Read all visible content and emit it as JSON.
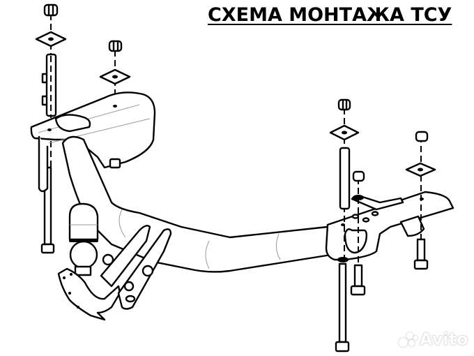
{
  "title": "СХЕМА МОНТАЖА ТСУ",
  "watermark": {
    "text": "Avito",
    "icon": "avito-logo-icon"
  },
  "diagram": {
    "subject": "tow bar installation exploded view",
    "parts": [
      "nut",
      "square-washer",
      "spacer-tube",
      "left-mounting-bracket",
      "tow-ball-cap",
      "tow-ball",
      "socket-plate",
      "cross-beam",
      "right-mounting-bracket",
      "bolt"
    ]
  }
}
